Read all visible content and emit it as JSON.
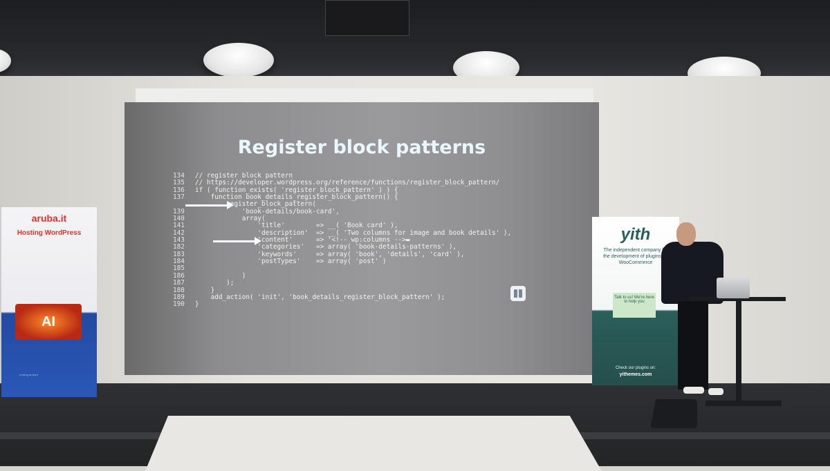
{
  "slide": {
    "title": "Register block patterns",
    "code": [
      {
        "n": "134",
        "t": "// register block pattern"
      },
      {
        "n": "135",
        "t": "// https://developer.wordpress.org/reference/functions/register_block_pattern/"
      },
      {
        "n": "136",
        "t": "if ( function_exists( 'register_block_pattern' ) ) {"
      },
      {
        "n": "137",
        "t": "    function book_details_register_block_pattern() {"
      },
      {
        "n": "",
        "t": "        register_block_pattern("
      },
      {
        "n": "139",
        "t": "            'book-details/book-card',"
      },
      {
        "n": "140",
        "t": "            array("
      },
      {
        "n": "141",
        "t": "                'title'        => __( 'Book card' ),"
      },
      {
        "n": "142",
        "t": "                'description'  => __( 'Two columns for image and book details' ),"
      },
      {
        "n": "143",
        "t": "                'content'      => '<!-- wp:columns -->▬"
      },
      {
        "n": "182",
        "t": "                'categories'   => array( 'book-details-patterns' ),"
      },
      {
        "n": "183",
        "t": "                'keywords'     => array( 'book', 'details', 'card' ),"
      },
      {
        "n": "184",
        "t": "                'postTypes'    => array( 'post' )"
      },
      {
        "n": "185",
        "t": ""
      },
      {
        "n": "186",
        "t": "            )"
      },
      {
        "n": "187",
        "t": "        );"
      },
      {
        "n": "188",
        "t": "    }"
      },
      {
        "n": "189",
        "t": "    add_action( 'init', 'book_details_register_block_pattern' );"
      },
      {
        "n": "190",
        "t": "}"
      }
    ]
  },
  "banner_left": {
    "brand": "aruba.it",
    "heading": "Hosting WordPress",
    "ai_label": "AI",
    "footer": "hosting.aruba.it"
  },
  "banner_right": {
    "logo": "yith",
    "tagline": "The independent company for the development of plugins for WooCommerce",
    "talk": "Talk to us! We're here to help you",
    "cta": "Check our plugins on:",
    "url": "yithemes.com"
  },
  "colors": {
    "slide_bg": "#8f8f91",
    "title": "#eaf7ff",
    "code": "#f2f4f0",
    "keyword": "#b9c2ff"
  }
}
